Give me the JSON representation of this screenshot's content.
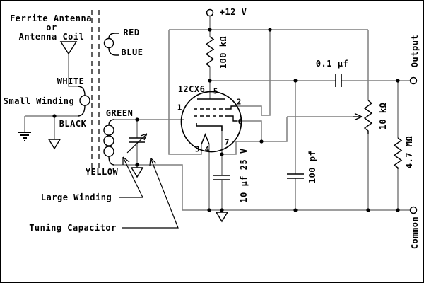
{
  "title": {
    "line1": "Ferrite Antenna",
    "line2": "or",
    "line3": "Antenna Coil"
  },
  "supply_label": "+12 V",
  "wire_labels": {
    "red": "RED",
    "blue": "BLUE",
    "white": "WHITE",
    "black": "BLACK",
    "green": "GREEN",
    "yellow": "YELLOW"
  },
  "callouts": {
    "small_winding": "Small Winding",
    "large_winding": "Large Winding",
    "tuning_capacitor": "Tuning Capacitor"
  },
  "tube": {
    "name": "12CX6",
    "pins": {
      "p1": "1",
      "p2": "2",
      "p3": "3",
      "p4": "4",
      "p5": "5",
      "p6": "6",
      "p7": "7"
    }
  },
  "components": {
    "plate_resistor": "100 kΩ",
    "coupling_capacitor": "0.1 μf",
    "volume_pot": "10 kΩ",
    "grid_leak_resistor": "4.7 MΩ",
    "plate_bypass_capacitor": "100 pf",
    "cathode_capacitor": "10 μf 25 V"
  },
  "terminals": {
    "output": "Output",
    "common": "Common"
  },
  "colors": {
    "wire": "#7f7f7f",
    "component": "#000000",
    "text": "#000000",
    "background": "#ffffff",
    "border": "#000000"
  }
}
